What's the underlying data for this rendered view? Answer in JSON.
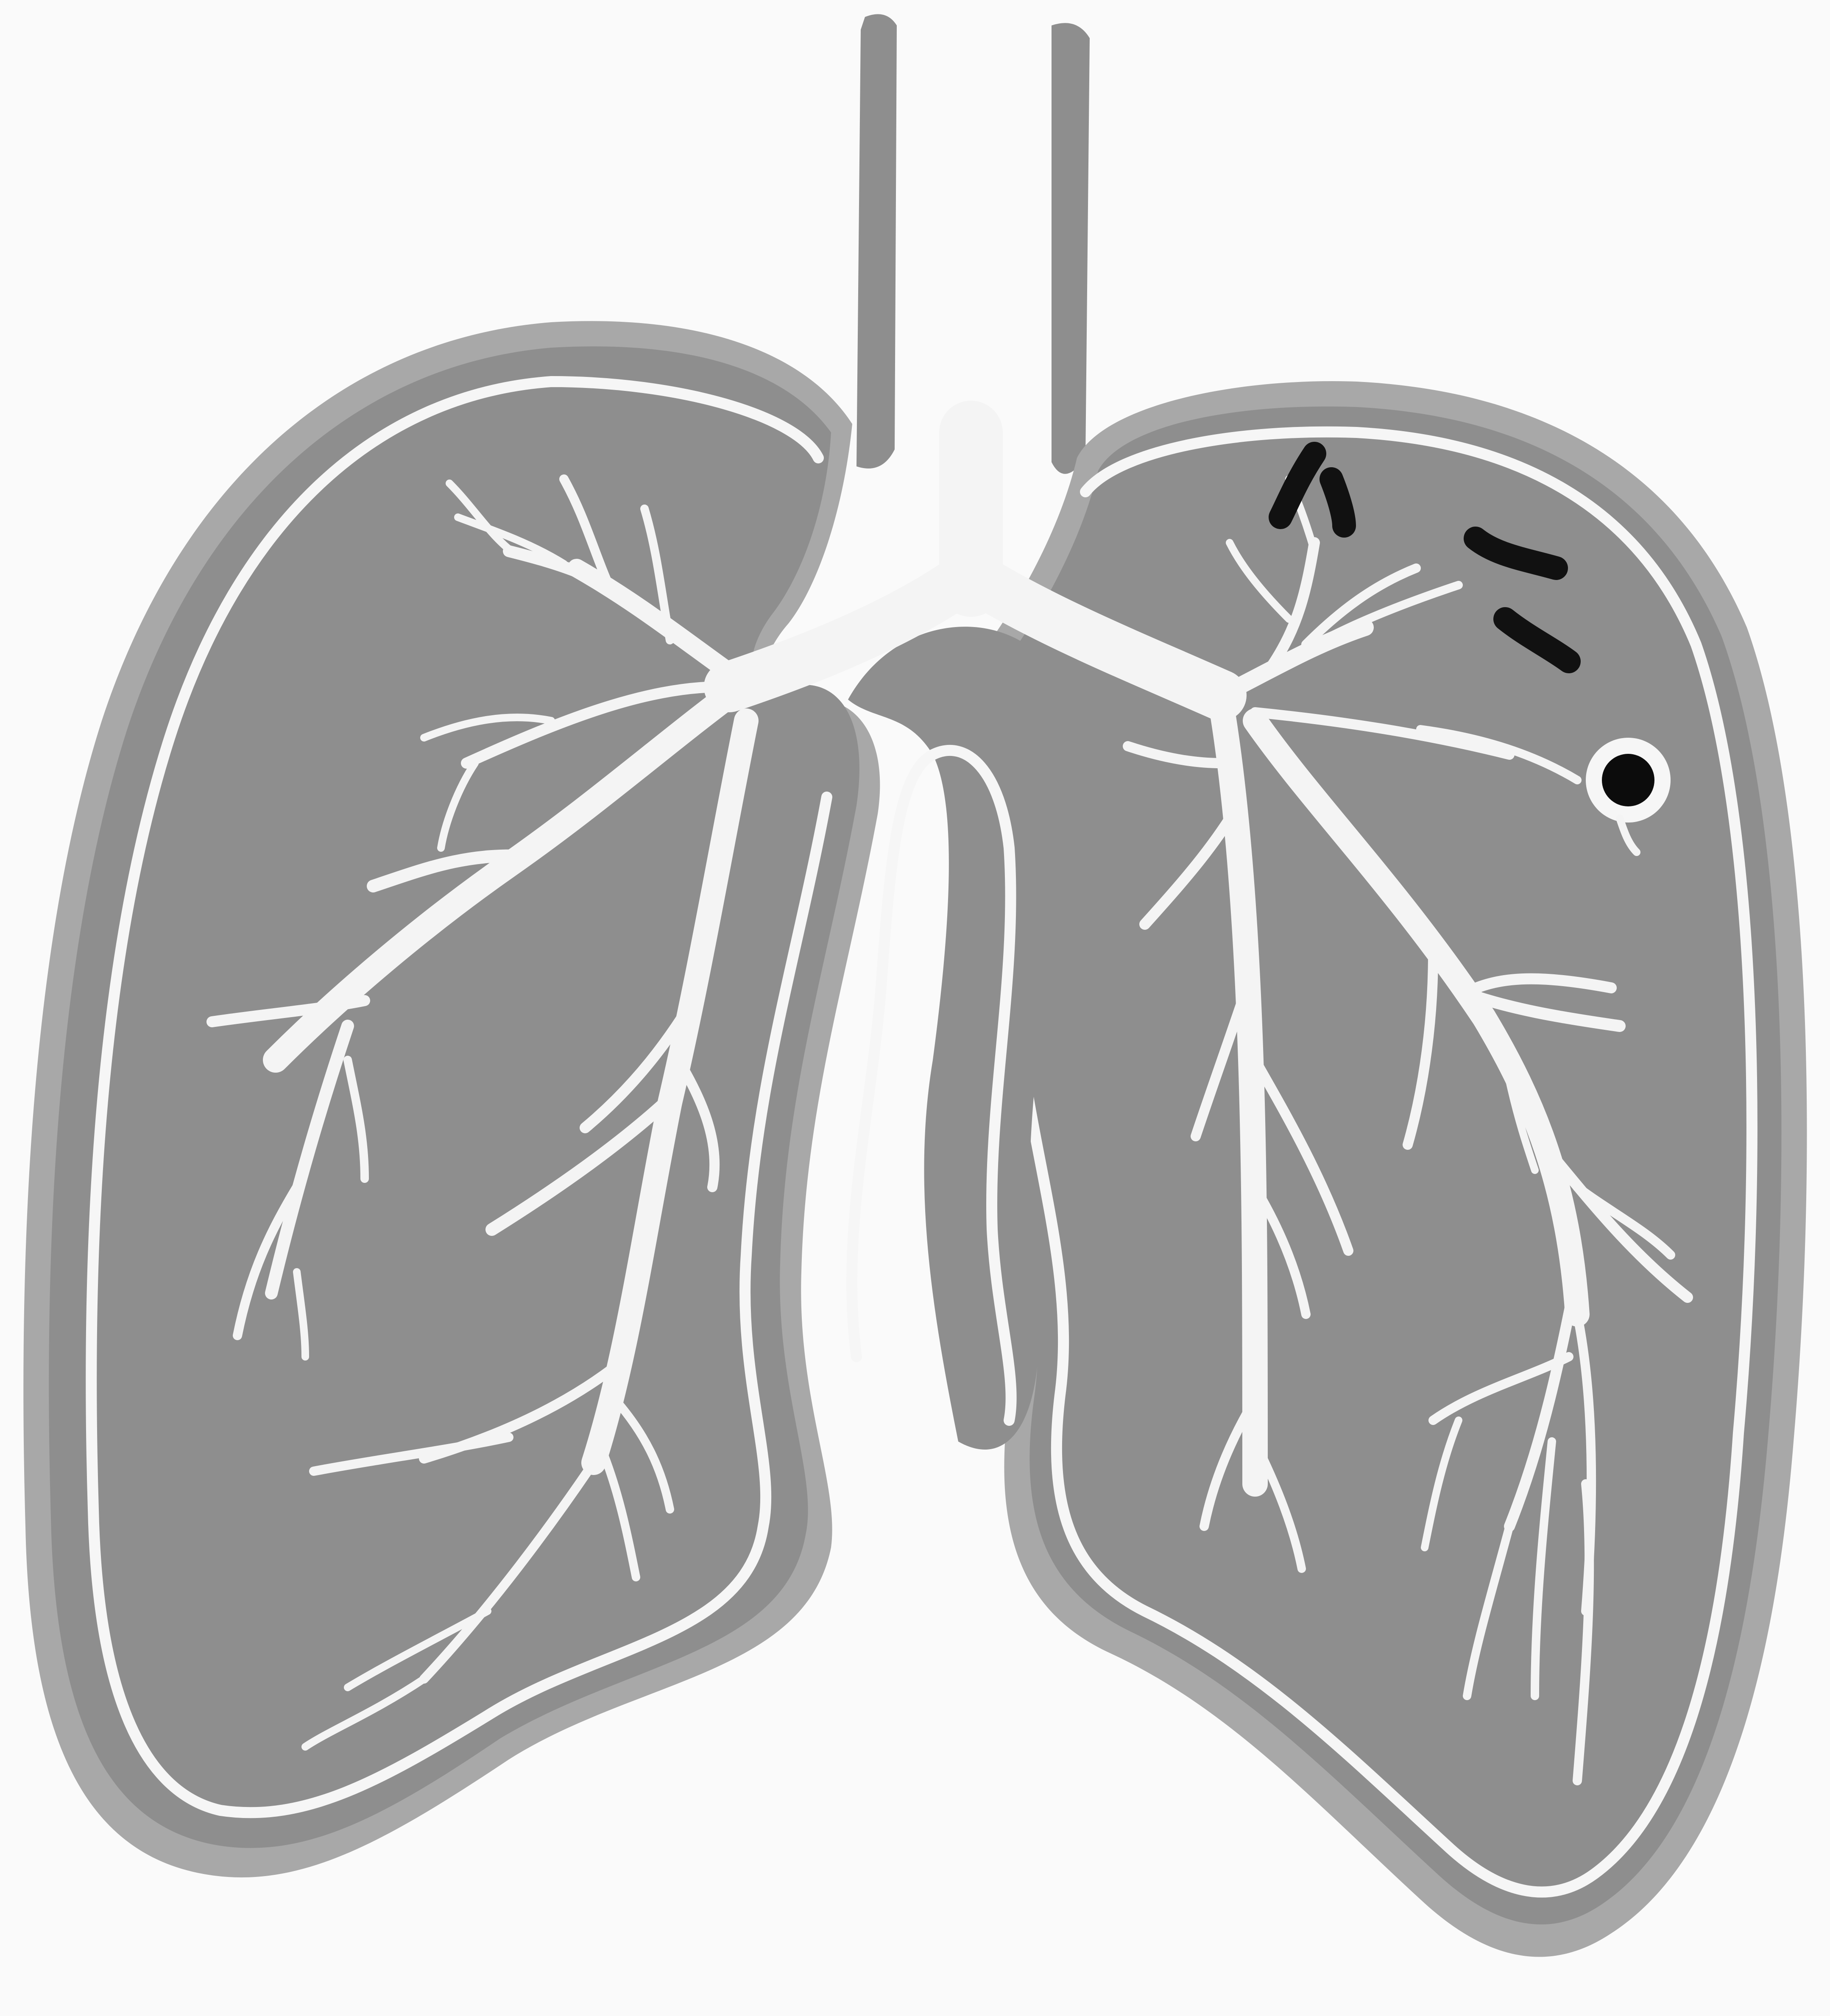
{
  "diagram": {
    "subject": "lungs",
    "colors": {
      "background": "#fafafa",
      "lung_tissue": "#8e8e8e",
      "lung_halo": "#a8a8a8",
      "airways": "#f4f4f4",
      "lesion_marks": "#111111"
    },
    "parts": [
      "trachea",
      "left-lung",
      "right-lung",
      "bronchial-tree",
      "lesion-marks",
      "nodule"
    ]
  }
}
